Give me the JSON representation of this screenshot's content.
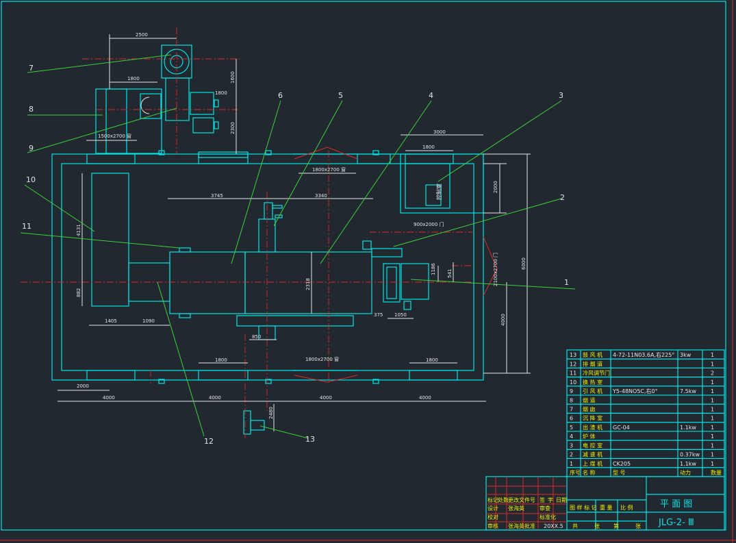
{
  "drawing": {
    "title_cn": "平 面 图",
    "drawing_no": "JLG-2- Ⅲ",
    "colors": {
      "background": "#212830",
      "outline": "#00e5e5",
      "centerline": "#e02828",
      "leader": "#3cd23c",
      "text": "#e6e6e6",
      "table_text": "#f0f000"
    }
  },
  "callouts": [
    {
      "id": "1",
      "label": "1"
    },
    {
      "id": "2",
      "label": "2"
    },
    {
      "id": "3",
      "label": "3"
    },
    {
      "id": "4",
      "label": "4"
    },
    {
      "id": "5",
      "label": "5"
    },
    {
      "id": "6",
      "label": "6"
    },
    {
      "id": "7",
      "label": "7"
    },
    {
      "id": "8",
      "label": "8"
    },
    {
      "id": "9",
      "label": "9"
    },
    {
      "id": "10",
      "label": "10"
    },
    {
      "id": "11",
      "label": "11"
    },
    {
      "id": "12",
      "label": "12"
    },
    {
      "id": "13",
      "label": "13"
    }
  ],
  "dimensions": {
    "d2500": "2500",
    "d1800a": "1800",
    "d1800b": "1800",
    "d1600": "1600",
    "d2300": "2300",
    "d1500x2700": "1500x2700 窗",
    "d1800x2700top": "1800x2700 窗",
    "d3000": "3000",
    "d1800c": "1800",
    "d2000v": "2000",
    "d900x2000": "900x2000 门",
    "d3745": "3745",
    "d3340": "3340",
    "d4131": "4131",
    "d882": "882",
    "d1405": "1405",
    "d1090": "1090",
    "d2318": "2318",
    "d375": "375",
    "d1050": "1050",
    "d1186": "1186",
    "d541": "541",
    "d2100x2700": "2100x2700 门",
    "d6000": "6000",
    "d4000v": "4000",
    "d850": "850",
    "d1800d": "1800",
    "d1800x2700bot": "1800x2700 窗",
    "d1800e": "1800",
    "d2000": "2000",
    "d4000a": "4000",
    "d4000b": "4000",
    "d4000c": "4000",
    "d4000d": "4000",
    "d2480": "2480",
    "control_room": "控制室"
  },
  "parts_table": {
    "headers": {
      "no": "序号",
      "name": "名 称",
      "spec": "型 号",
      "power": "动力",
      "qty": "数量"
    },
    "rows": [
      {
        "no": "13",
        "name": "鼓 风 机",
        "spec": "4-72-11N03.6A,右225°",
        "power": "3kw",
        "qty": "1"
      },
      {
        "no": "12",
        "name": "排 烟 道",
        "spec": "",
        "power": "",
        "qty": "1"
      },
      {
        "no": "11",
        "name": "冷风调节门",
        "spec": "",
        "power": "",
        "qty": "2"
      },
      {
        "no": "10",
        "name": "换 热 室",
        "spec": "",
        "power": "",
        "qty": "1"
      },
      {
        "no": "9",
        "name": "引 风 机",
        "spec": "Y5-48NO5C,右0°",
        "power": "7.5kw",
        "qty": "1"
      },
      {
        "no": "8",
        "name": "烟 道",
        "spec": "",
        "power": "",
        "qty": "1"
      },
      {
        "no": "7",
        "name": "烟 囱",
        "spec": "",
        "power": "",
        "qty": "1"
      },
      {
        "no": "6",
        "name": "沉 降 室",
        "spec": "",
        "power": "",
        "qty": "1"
      },
      {
        "no": "5",
        "name": "出 渣 机",
        "spec": "GC-04",
        "power": "1.1kw",
        "qty": "1"
      },
      {
        "no": "4",
        "name": "炉 体",
        "spec": "",
        "power": "",
        "qty": "1"
      },
      {
        "no": "3",
        "name": "电 控 室",
        "spec": "",
        "power": "",
        "qty": "1"
      },
      {
        "no": "2",
        "name": "减 速 机",
        "spec": "",
        "power": "0.37kw",
        "qty": "1"
      },
      {
        "no": "1",
        "name": "上 煤 机",
        "spec": "CK205",
        "power": "1.1kw",
        "qty": "1"
      }
    ]
  },
  "title_block": {
    "mark_label": "图 样 标 记",
    "weight_label": "重 量",
    "scale_label": "比 例",
    "sheet_label": "共",
    "sheet_of": "张",
    "sheet_no": "第",
    "sheet_unit": "张",
    "row1": [
      "标记",
      "处数",
      "更改文件号",
      "签",
      "字",
      "日期"
    ],
    "row2": [
      "设计",
      "张海英",
      "审查",
      ""
    ],
    "row3": [
      "校对",
      "",
      "标准化",
      ""
    ],
    "row4": [
      "审核",
      "张海英",
      "批准",
      "20XX.5"
    ]
  }
}
